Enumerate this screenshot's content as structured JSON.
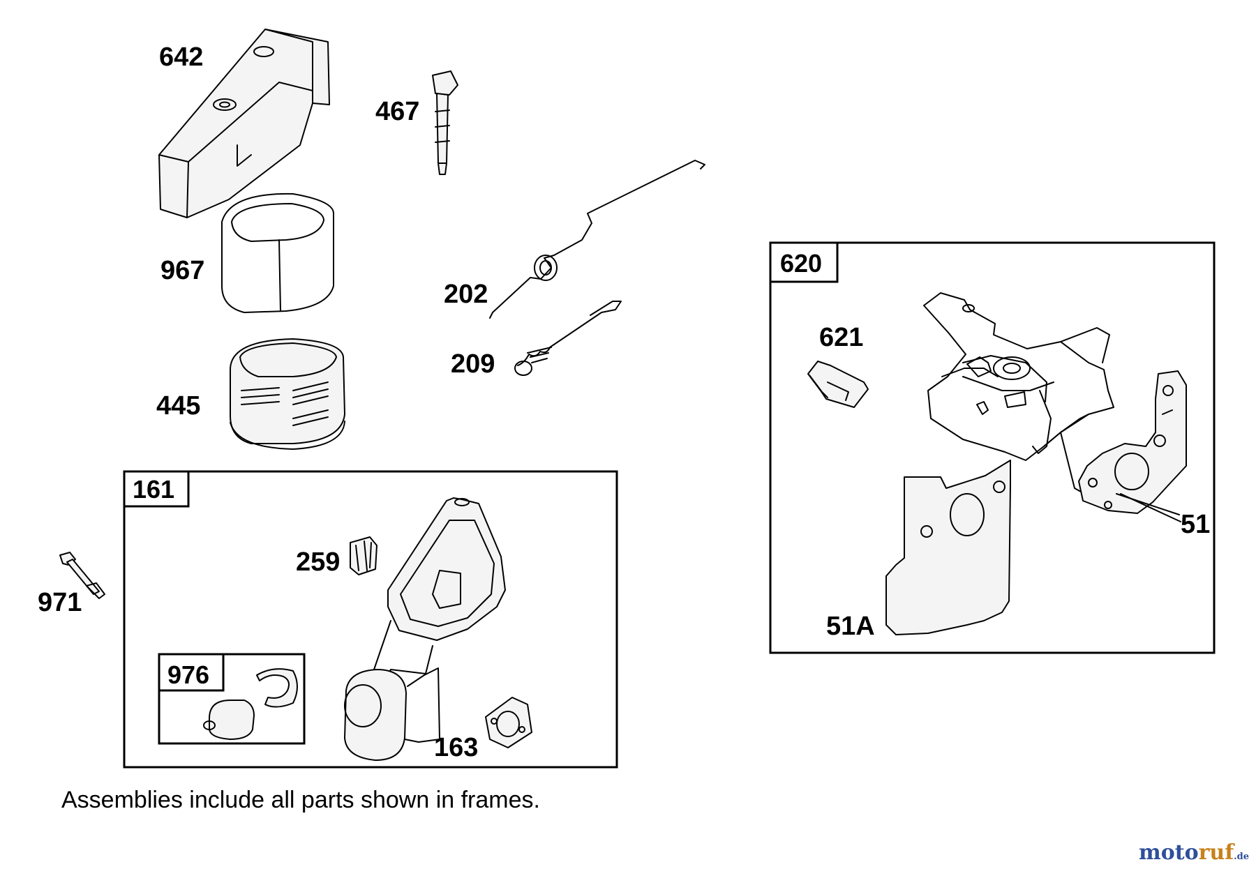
{
  "labels": {
    "p642": "642",
    "p467": "467",
    "p967": "967",
    "p202": "202",
    "p209": "209",
    "p445": "445",
    "p161": "161",
    "p259": "259",
    "p971": "971",
    "p976": "976",
    "p163": "163",
    "p620": "620",
    "p621": "621",
    "p51": "51",
    "p51a": "51A"
  },
  "note": "Assemblies include all parts shown in frames.",
  "watermark": {
    "part1": "moto",
    "part2": "ruf",
    "suffix": ".de"
  }
}
